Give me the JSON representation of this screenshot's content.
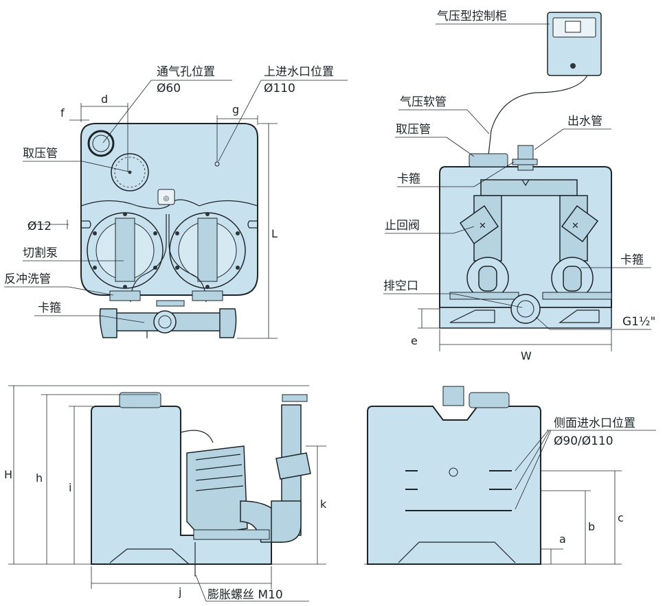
{
  "top_left_view": {
    "labels": {
      "vent_position": "通气孔位置",
      "vent_diameter": "Ø60",
      "top_inlet_position": "上进水口位置",
      "top_inlet_diameter": "Ø110",
      "pressure_tube": "取压管",
      "mount_hole": "Ø12",
      "cutting_pump": "切割泵",
      "backflush_pipe": "反冲洗管",
      "clamp": "卡箍"
    },
    "dimensions": {
      "d": "d",
      "f": "f",
      "g": "g",
      "L": "L"
    }
  },
  "top_right_view": {
    "labels": {
      "control_cabinet": "气压型控制柜",
      "pneumatic_hose": "气压软管",
      "pressure_tube": "取压管",
      "outlet_pipe": "出水管",
      "clamp_top": "卡箍",
      "check_valve": "止回阀",
      "clamp_right": "卡箍",
      "drain_port": "排空口",
      "drain_thread": "G1½\""
    },
    "dimensions": {
      "e": "e",
      "W": "W"
    }
  },
  "bottom_left_view": {
    "labels": {
      "expansion_bolt": "膨胀螺丝 M10"
    },
    "dimensions": {
      "H": "H",
      "h": "h",
      "i": "i",
      "j": "j",
      "k": "k"
    }
  },
  "bottom_right_view": {
    "labels": {
      "side_inlet_position": "侧面进水口位置",
      "side_inlet_diameter": "Ø90/Ø110"
    },
    "dimensions": {
      "a": "a",
      "b": "b",
      "c": "c"
    }
  }
}
